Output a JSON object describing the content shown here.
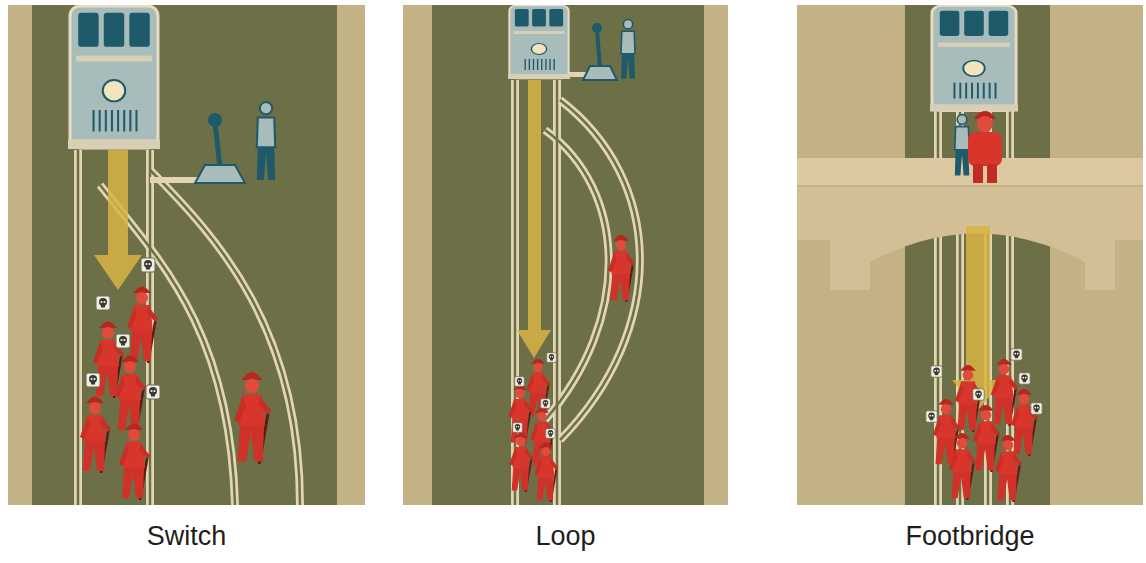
{
  "diagram": {
    "nodes": [
      {
        "text": [
          "Switch"
        ]
      },
      {
        "text": [
          "Loop"
        ]
      },
      {
        "text": [
          "Footbridge"
        ]
      }
    ]
  }
}
